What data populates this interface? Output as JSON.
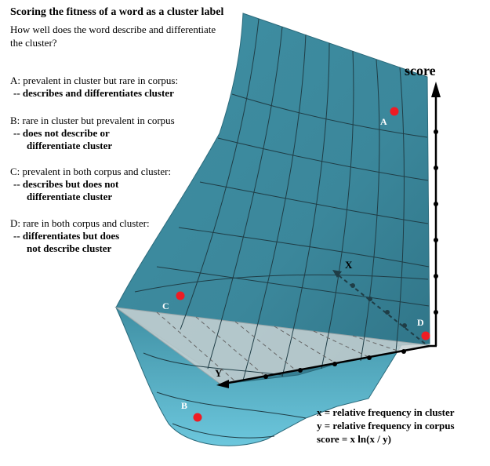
{
  "heading": {
    "title": "Scoring the fitness of a word as a cluster label",
    "intro_line1": "How well does the word describe and differentiate",
    "intro_line2": "the cluster?"
  },
  "cases": [
    {
      "head": "A: prevalent in cluster but rare in corpus:",
      "lines": [
        "-- describes and differentiates cluster"
      ]
    },
    {
      "head": "B: rare in cluster but prevalent in corpus",
      "lines": [
        "-- does not describe or",
        "differentiate cluster"
      ]
    },
    {
      "head": "C: prevalent in both corpus and cluster:",
      "lines": [
        "-- describes but does not",
        "differentiate cluster"
      ]
    },
    {
      "head": "D: rare in both corpus and cluster:",
      "lines": [
        "-- differentiates but does",
        "not describe cluster"
      ]
    }
  ],
  "axes": {
    "score": "score",
    "x": "X",
    "y": "Y"
  },
  "points": {
    "a": "A",
    "b": "B",
    "c": "C",
    "d": "D"
  },
  "legend": {
    "x_def": "x = relative frequency in cluster",
    "y_def": "y = relative frequency in corpus",
    "score_def": "score = x ln(x / y)"
  },
  "colors": {
    "surface": "#3f8fa3",
    "surface_dark": "#2f7386",
    "surface_light": "#6cc7dd",
    "plane": "#c9d2d4",
    "point": "#ee1c24",
    "axis": "#000000"
  }
}
